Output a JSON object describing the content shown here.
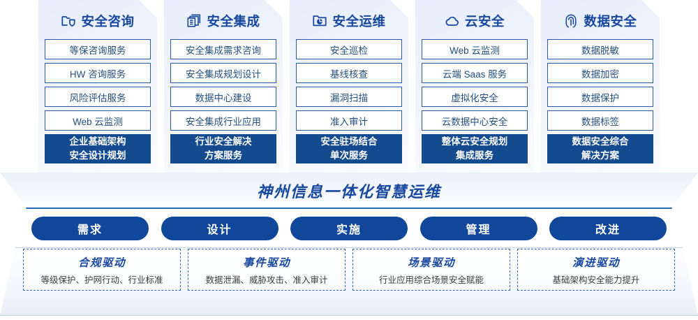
{
  "columns": [
    {
      "icon": "folder-shield-icon",
      "title": "安全咨询",
      "items": [
        "等保咨询服务",
        "HW 咨询服务",
        "风险评估服务",
        "Web 云监测"
      ],
      "summary": [
        "企业基础架构",
        "安全设计规划"
      ]
    },
    {
      "icon": "stacked-documents-icon",
      "title": "安全集成",
      "items": [
        "安全集成需求咨询",
        "安全集成规划设计",
        "数据中心建设",
        "安全集成行业应用"
      ],
      "summary": [
        "行业安全解决",
        "方案服务"
      ]
    },
    {
      "icon": "folder-chart-icon",
      "title": "安全运维",
      "items": [
        "安全巡检",
        "基线核查",
        "漏洞扫描",
        "准入审计"
      ],
      "summary": [
        "安全驻场结合",
        "单次服务"
      ]
    },
    {
      "icon": "cloud-icon",
      "title": "云安全",
      "items": [
        "Web 云监测",
        "云端 Saas 服务",
        "虚拟化安全",
        "云数据中心安全"
      ],
      "summary": [
        "整体云安全规划",
        "集成服务"
      ]
    },
    {
      "icon": "fingerprint-icon",
      "title": "数据安全",
      "items": [
        "数据脱敏",
        "数据加密",
        "数据保护",
        "数据标签"
      ],
      "summary": [
        "数据安全综合",
        "解决方案"
      ]
    }
  ],
  "banner": {
    "text": "神州信息一体化智慧运维"
  },
  "pills": [
    {
      "label": "需求"
    },
    {
      "label": "设计"
    },
    {
      "label": "实施"
    },
    {
      "label": "管理"
    },
    {
      "label": "改进"
    }
  ],
  "drivers": [
    {
      "title": "合规驱动",
      "desc": "等级保护、护网行动、行业标准"
    },
    {
      "title": "事件驱动",
      "desc": "数据泄漏、威胁攻击、准入审计"
    },
    {
      "title": "场景驱动",
      "desc": "行业应用综合场景安全赋能"
    },
    {
      "title": "演进驱动",
      "desc": "基础架构安全能力提升"
    }
  ],
  "colors": {
    "brand_blue": "#17479e",
    "deep_blue": "#144a8e",
    "pill_blue": "#10479a",
    "border_blue": "#2b59a8",
    "item_text": "#24507f"
  }
}
